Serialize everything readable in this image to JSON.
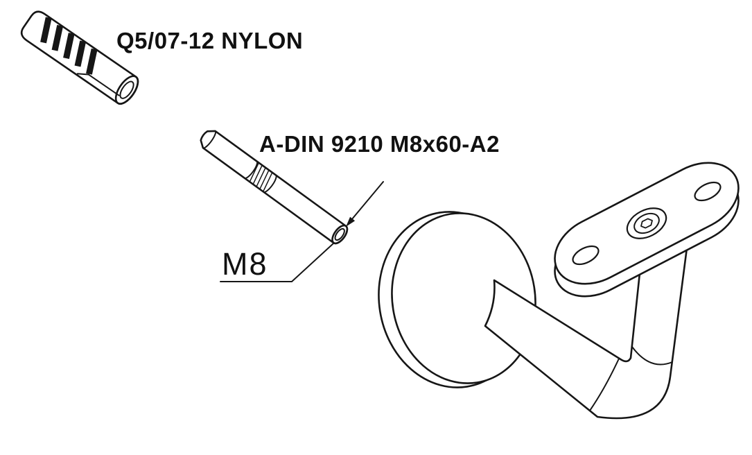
{
  "diagram": {
    "background_color": "#ffffff",
    "line_color": "#161616",
    "labels": {
      "plug": "Q5/07-12 NYLON",
      "stud": "A-DIN 9210 M8x60-A2",
      "thread_dimension": "M8"
    },
    "parts": [
      {
        "id": "nylon-wall-plug",
        "label": "Q5/07-12 NYLON"
      },
      {
        "id": "threaded-stud",
        "label": "A-DIN 9210 M8x60-A2",
        "thread_size": "M8"
      },
      {
        "id": "handrail-bracket",
        "label": ""
      }
    ]
  }
}
